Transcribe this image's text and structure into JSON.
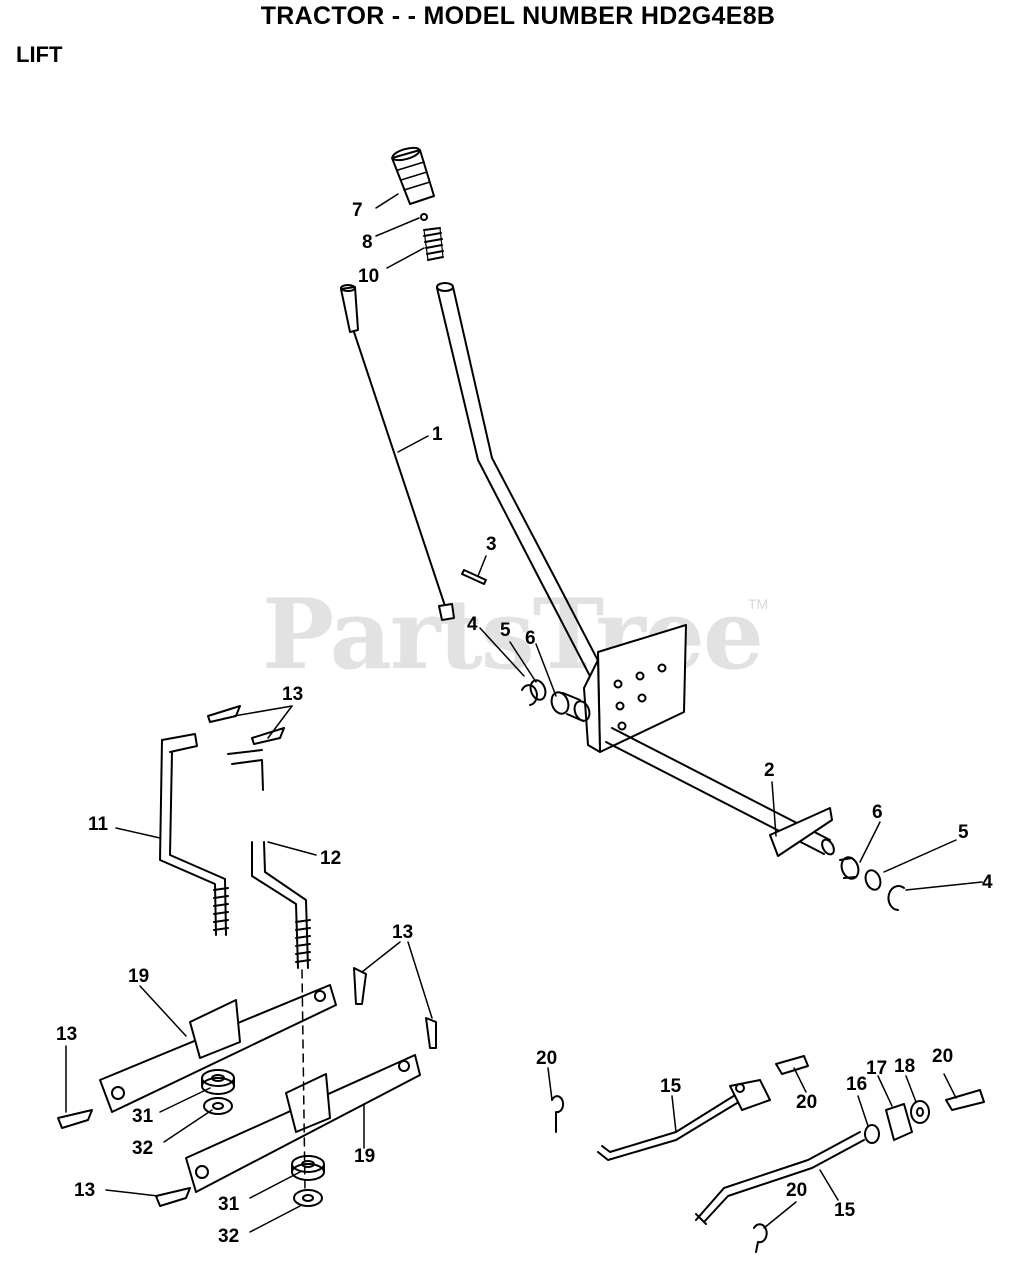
{
  "header": {
    "title": "TRACTOR - - MODEL NUMBER HD2G4E8B",
    "section": "LIFT"
  },
  "watermark": {
    "text": "PartsTree",
    "tm": "TM"
  },
  "callouts": {
    "c1": "1",
    "c2": "2",
    "c3": "3",
    "c4a": "4",
    "c4b": "4",
    "c5a": "5",
    "c5b": "5",
    "c6a": "6",
    "c6b": "6",
    "c7": "7",
    "c8": "8",
    "c10": "10",
    "c11": "11",
    "c12": "12",
    "c13a": "13",
    "c13b": "13",
    "c13c": "13",
    "c13d": "13",
    "c15a": "15",
    "c15b": "15",
    "c16": "16",
    "c17": "17",
    "c18": "18",
    "c19a": "19",
    "c19b": "19",
    "c20a": "20",
    "c20b": "20",
    "c20c": "20",
    "c20d": "20",
    "c31a": "31",
    "c31b": "31",
    "c32a": "32",
    "c32b": "32"
  }
}
